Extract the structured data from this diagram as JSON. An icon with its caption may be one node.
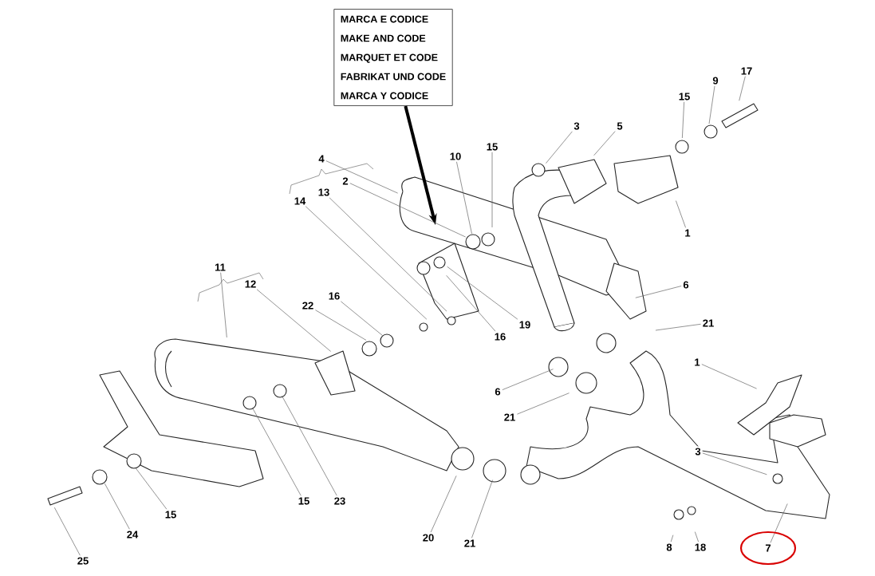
{
  "diagram": {
    "nodes": [
      {
        "text": [
          "MARCA E CODICE",
          "MAKE AND CODE",
          "MARQUET ET CODE",
          "FABRIKAT UND CODE",
          "MARCA Y CODICE"
        ]
      },
      {
        "text": [
          "4"
        ]
      },
      {
        "text": [
          "2"
        ]
      },
      {
        "text": [
          "13"
        ]
      },
      {
        "text": [
          "14"
        ]
      },
      {
        "text": [
          "10"
        ]
      },
      {
        "text": [
          "15"
        ]
      },
      {
        "text": [
          "3"
        ]
      },
      {
        "text": [
          "5"
        ]
      },
      {
        "text": [
          "15"
        ]
      },
      {
        "text": [
          "9"
        ]
      },
      {
        "text": [
          "17"
        ]
      },
      {
        "text": [
          "1"
        ]
      },
      {
        "text": [
          "6"
        ]
      },
      {
        "text": [
          "21"
        ]
      },
      {
        "text": [
          "1"
        ]
      },
      {
        "text": [
          "6"
        ]
      },
      {
        "text": [
          "21"
        ]
      },
      {
        "text": [
          "3"
        ]
      },
      {
        "text": [
          "8"
        ]
      },
      {
        "text": [
          "18"
        ]
      },
      {
        "text": [
          "7"
        ]
      },
      {
        "text": [
          "19"
        ]
      },
      {
        "text": [
          "16"
        ]
      },
      {
        "text": [
          "11"
        ]
      },
      {
        "text": [
          "12"
        ]
      },
      {
        "text": [
          "22"
        ]
      },
      {
        "text": [
          "16"
        ]
      },
      {
        "text": [
          "15"
        ]
      },
      {
        "text": [
          "23"
        ]
      },
      {
        "text": [
          "20"
        ]
      },
      {
        "text": [
          "21"
        ]
      },
      {
        "text": [
          "15"
        ]
      },
      {
        "text": [
          "24"
        ]
      },
      {
        "text": [
          "25"
        ]
      }
    ],
    "edges": [
      {
        "from": 0,
        "to": null,
        "arrow": "to",
        "style": "thick",
        "color": "#000000"
      },
      {
        "from": 1,
        "to": null,
        "arrow": "none"
      },
      {
        "from": 2,
        "to": null,
        "arrow": "none"
      },
      {
        "from": 3,
        "to": null,
        "arrow": "none"
      },
      {
        "from": 4,
        "to": null,
        "arrow": "none"
      },
      {
        "from": 5,
        "to": null,
        "arrow": "none"
      },
      {
        "from": 6,
        "to": null,
        "arrow": "none"
      },
      {
        "from": 7,
        "to": null,
        "arrow": "none"
      },
      {
        "from": 8,
        "to": null,
        "arrow": "none"
      },
      {
        "from": 9,
        "to": null,
        "arrow": "none"
      },
      {
        "from": 10,
        "to": null,
        "arrow": "none"
      },
      {
        "from": 11,
        "to": null,
        "arrow": "none"
      },
      {
        "from": 12,
        "to": null,
        "arrow": "none"
      },
      {
        "from": 13,
        "to": null,
        "arrow": "none"
      },
      {
        "from": 14,
        "to": null,
        "arrow": "none"
      },
      {
        "from": 15,
        "to": null,
        "arrow": "none"
      },
      {
        "from": 16,
        "to": null,
        "arrow": "none"
      },
      {
        "from": 17,
        "to": null,
        "arrow": "none"
      },
      {
        "from": 18,
        "to": null,
        "arrow": "none"
      },
      {
        "from": 19,
        "to": null,
        "arrow": "none"
      },
      {
        "from": 20,
        "to": null,
        "arrow": "none"
      },
      {
        "from": 21,
        "to": null,
        "arrow": "none"
      },
      {
        "from": 22,
        "to": null,
        "arrow": "none"
      },
      {
        "from": 23,
        "to": null,
        "arrow": "none"
      },
      {
        "from": 24,
        "to": null,
        "arrow": "none"
      },
      {
        "from": 25,
        "to": null,
        "arrow": "none"
      },
      {
        "from": 26,
        "to": null,
        "arrow": "none"
      },
      {
        "from": 27,
        "to": null,
        "arrow": "none"
      },
      {
        "from": 28,
        "to": null,
        "arrow": "none"
      },
      {
        "from": 29,
        "to": null,
        "arrow": "none"
      },
      {
        "from": 30,
        "to": null,
        "arrow": "none"
      },
      {
        "from": 31,
        "to": null,
        "arrow": "none"
      },
      {
        "from": 32,
        "to": null,
        "arrow": "none"
      },
      {
        "from": 33,
        "to": null,
        "arrow": "none"
      },
      {
        "from": 34,
        "to": null,
        "arrow": "none"
      }
    ]
  }
}
